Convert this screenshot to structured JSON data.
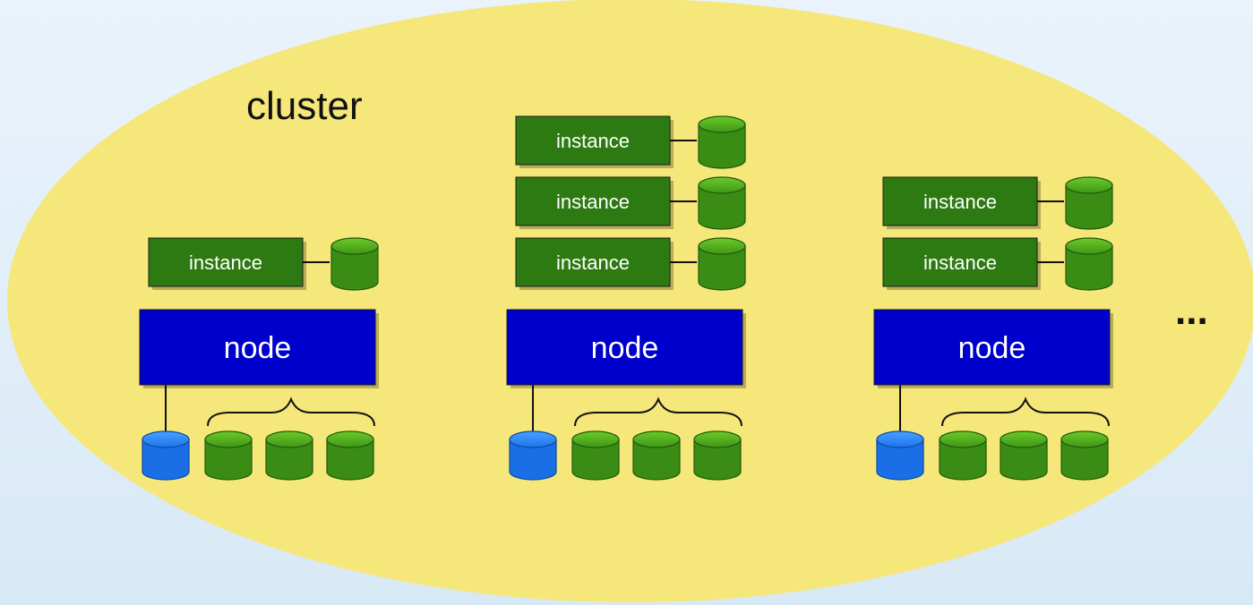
{
  "cluster": {
    "label": "cluster",
    "ellipsis": "...",
    "colors": {
      "cluster_fill": "#f5e77a",
      "node_fill": "#0000cc",
      "instance_fill": "#2e7a12",
      "disk_green": "#3a8c14",
      "disk_blue": "#1a6fe6"
    },
    "nodes": [
      {
        "label": "node",
        "instances": [
          "instance"
        ]
      },
      {
        "label": "node",
        "instances": [
          "instance",
          "instance",
          "instance"
        ]
      },
      {
        "label": "node",
        "instances": [
          "instance",
          "instance"
        ]
      }
    ]
  }
}
